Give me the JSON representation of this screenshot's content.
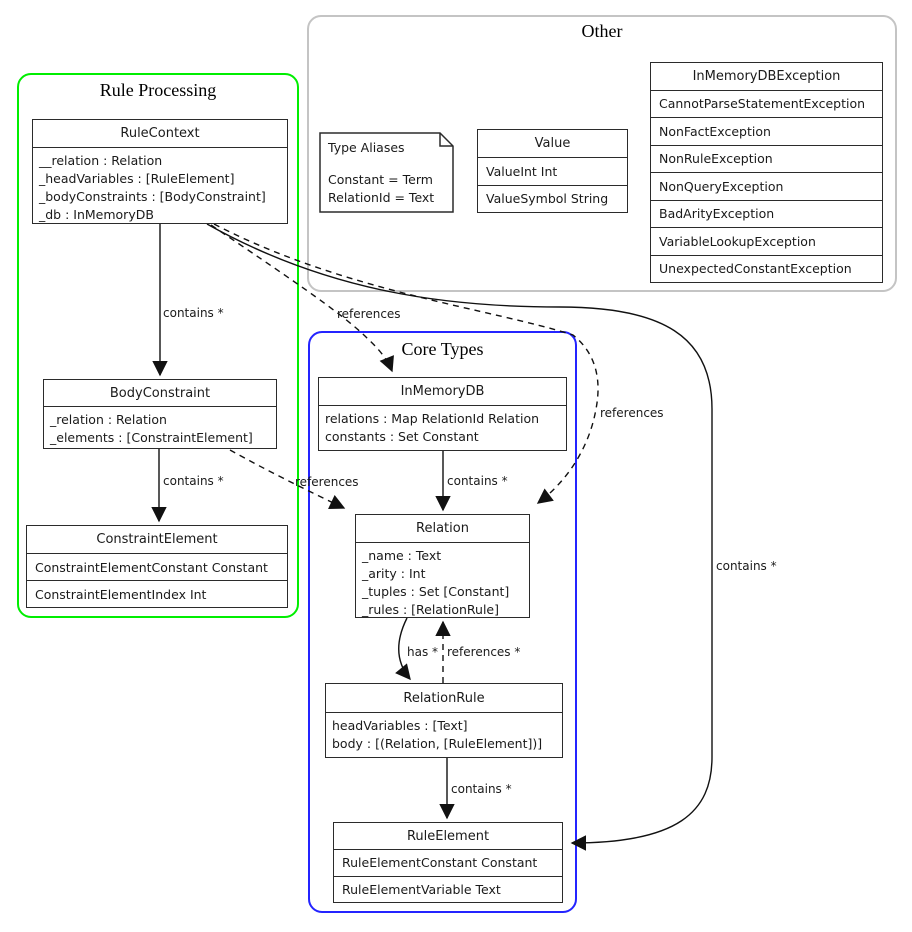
{
  "groups": {
    "rule_processing": {
      "title": "Rule Processing",
      "border_color": "#00ee00"
    },
    "other": {
      "title": "Other",
      "border_color": "#c4c4c4"
    },
    "core_types": {
      "title": "Core Types",
      "border_color": "#2424ff"
    }
  },
  "classes": {
    "rule_context": {
      "name": "RuleContext",
      "attributes": [
        "__relation : Relation",
        "_headVariables : [RuleElement]",
        "_bodyConstraints : [BodyConstraint]",
        "_db : InMemoryDB"
      ]
    },
    "body_constraint": {
      "name": "BodyConstraint",
      "attributes": [
        "_relation : Relation",
        "_elements : [ConstraintElement]"
      ]
    },
    "constraint_element": {
      "name": "ConstraintElement",
      "rows": [
        "ConstraintElementConstant Constant",
        "ConstraintElementIndex Int"
      ]
    },
    "in_memory_db": {
      "name": "InMemoryDB",
      "attributes": [
        "relations : Map RelationId Relation",
        "constants : Set Constant"
      ]
    },
    "relation": {
      "name": "Relation",
      "attributes": [
        "_name : Text",
        "_arity : Int",
        "_tuples : Set [Constant]",
        "_rules : [RelationRule]"
      ]
    },
    "relation_rule": {
      "name": "RelationRule",
      "attributes": [
        "headVariables : [Text]",
        "body : [(Relation, [RuleElement])]"
      ]
    },
    "rule_element": {
      "name": "RuleElement",
      "rows": [
        "RuleElementConstant Constant",
        "RuleElementVariable Text"
      ]
    },
    "value": {
      "name": "Value",
      "rows": [
        "ValueInt Int",
        "ValueSymbol String"
      ]
    },
    "exceptions": {
      "name": "InMemoryDBException",
      "rows": [
        "CannotParseStatementException",
        "NonFactException",
        "NonRuleException",
        "NonQueryException",
        "BadArityException",
        "VariableLookupException",
        "UnexpectedConstantException"
      ]
    }
  },
  "note": {
    "title": "Type Aliases",
    "aliases": [
      "Constant = Term",
      "RelationId = Text"
    ]
  },
  "edges": {
    "rulecontext_bodyconstraint": {
      "label": "contains *",
      "style": "solid"
    },
    "rulecontext_inmemorydb": {
      "label": "references",
      "style": "dashed"
    },
    "rulecontext_relation": {
      "label": "references",
      "style": "dashed"
    },
    "rulecontext_ruleelement": {
      "label": "contains *",
      "style": "solid"
    },
    "bodyconstraint_constraintelement": {
      "label": "contains *",
      "style": "solid"
    },
    "bodyconstraint_relation": {
      "label": "references",
      "style": "dashed"
    },
    "inmemorydb_relation": {
      "label": "contains *",
      "style": "solid"
    },
    "relation_relationrule": {
      "label": "has *",
      "style": "solid"
    },
    "relationrule_relation": {
      "label": "references *",
      "style": "dashed"
    },
    "relationrule_ruleelement": {
      "label": "contains *",
      "style": "solid"
    }
  }
}
